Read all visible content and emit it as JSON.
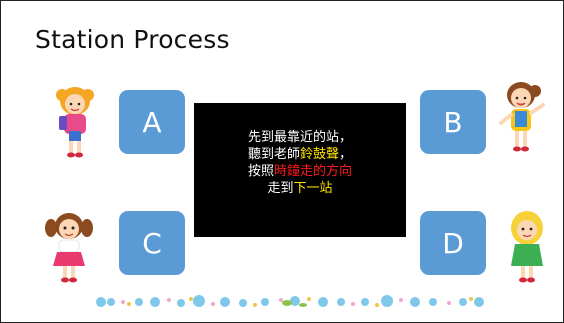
{
  "slide": {
    "title": "Station Process",
    "stations": {
      "a": "A",
      "b": "B",
      "c": "C",
      "d": "D"
    },
    "instructions": {
      "line1": "先到最靠近的站，",
      "line2_part1": "聽到老師",
      "line2_highlight": "鈴鼓聲",
      "line2_part2": "，",
      "line3_part1": "按照",
      "line3_highlight": "時鐘走的方向",
      "line4_part1": "走到",
      "line4_highlight": "下一站"
    }
  },
  "colors": {
    "station_fill": "#5b9bd5",
    "box_fill": "#000000",
    "highlight_yellow": "#ffe600",
    "highlight_red": "#ff1a1a"
  },
  "icons": {
    "kid_a": "girl-with-backpack-icon",
    "kid_b": "girl-waving-icon",
    "kid_c": "girl-pigtails-icon",
    "kid_d": "blonde-girl-icon",
    "border": "decorative-beads-border"
  }
}
